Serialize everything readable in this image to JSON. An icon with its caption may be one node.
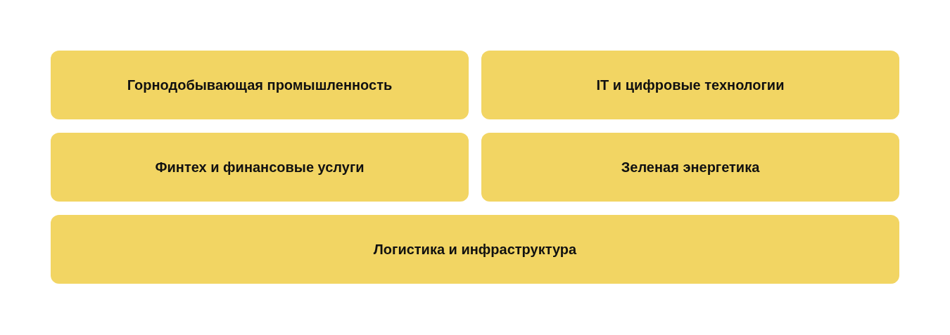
{
  "diagram": {
    "nodes": [
      {
        "text": [
          "Горнодобывающая промышленность"
        ]
      },
      {
        "text": [
          "IT и цифровые технологии"
        ]
      },
      {
        "text": [
          "Финтех и финансовые услуги"
        ]
      },
      {
        "text": [
          "Зеленая энергетика"
        ]
      },
      {
        "text": [
          "Логистика и инфраструктура"
        ]
      }
    ]
  }
}
